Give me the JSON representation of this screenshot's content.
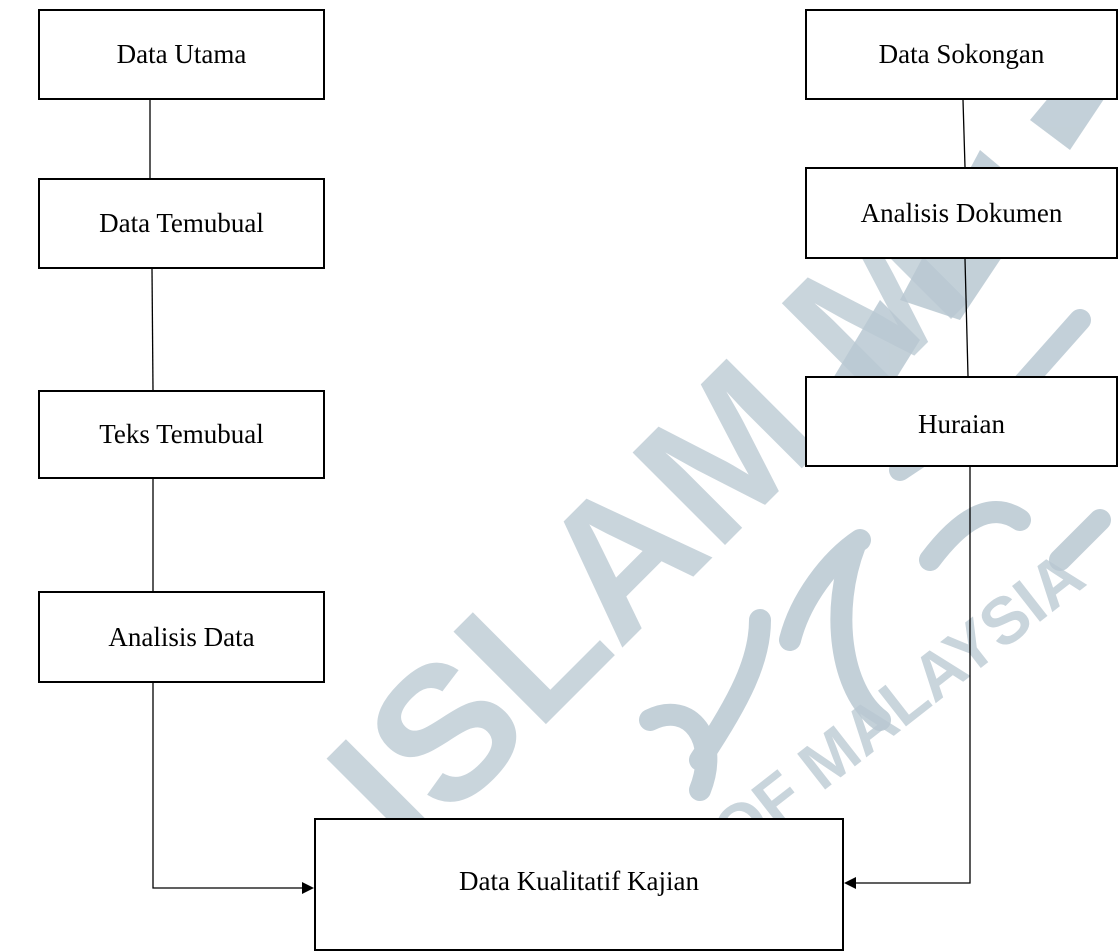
{
  "diagram": {
    "primary_branch": {
      "main_label": "Data Utama",
      "steps": [
        "Data Temubual",
        "Teks Temubual",
        "Analisis Data"
      ]
    },
    "supporting_branch": {
      "main_label": "Data Sokongan",
      "steps": [
        "Analisis Dokumen",
        "Huraian"
      ]
    },
    "output_label": "Data Kualitatif Kajian"
  },
  "watermark": {
    "latin_main": "ISLAM M",
    "latin_small": "OF MALAYSIA",
    "color": "#b9c8d2"
  },
  "colors": {
    "line": "#000000",
    "box_border": "#000000",
    "background": "#ffffff"
  }
}
